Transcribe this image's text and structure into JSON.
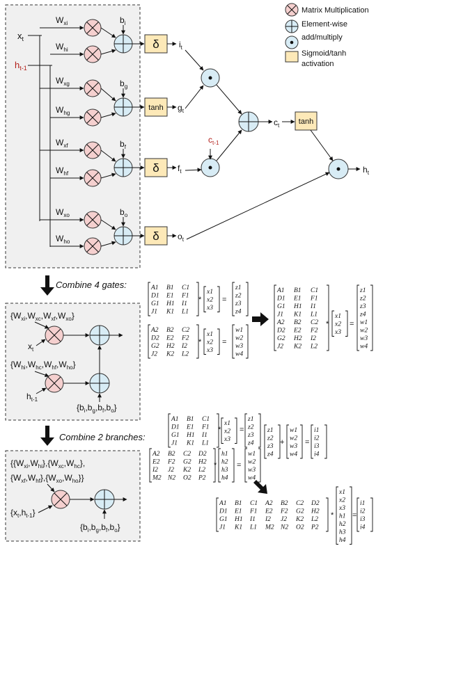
{
  "legend": {
    "matmul": "Matrix Multiplication",
    "elementwise_1": "Element-wise",
    "elementwise_2": "add/multiply",
    "activation_1": "Sigmoid/tanh",
    "activation_2": "activation"
  },
  "lstm": {
    "x_input": "x",
    "x_sub": "t",
    "h_input": "h",
    "h_sub": "t-1",
    "gates": [
      {
        "wx": "xi",
        "wh": "hi",
        "bias": "i",
        "act": "δ",
        "out": "i",
        "out_sub": "t"
      },
      {
        "wx": "xg",
        "wh": "hg",
        "bias": "g",
        "act": "tanh",
        "out": "g",
        "out_sub": "t"
      },
      {
        "wx": "xf",
        "wh": "hf",
        "bias": "f",
        "act": "δ",
        "out": "f",
        "out_sub": "t"
      },
      {
        "wx": "xo",
        "wh": "ho",
        "bias": "o",
        "act": "δ",
        "out": "o",
        "out_sub": "t"
      }
    ],
    "w_letter": "W",
    "b_letter": "b",
    "c_prev": "c",
    "c_prev_sub": "t-1",
    "c_out": "c",
    "c_sub": "t",
    "c_act": "tanh",
    "h_out": "h",
    "h_sub_out": "t"
  },
  "step1": {
    "title": "Combine 4 gates:",
    "w_x_set": "{Wₓᵢ,Wₓc,Wₓf,Wₓₒ}",
    "w_h_set": "{Whᵢ,Whc,Whf,Whₒ}",
    "x_label": "x",
    "h_label": "h",
    "b_set": "{bᵢ,bg,bf,bₒ}"
  },
  "step2": {
    "title": "Combine 2 branches:",
    "w_line1": "{{Wxi,Whi},{Wxc,Whc},",
    "w_line2": "{Wxf,Whf},{Wxo,Who}}",
    "xh_label": "{xt,ht-1}",
    "b_set": "{bi,bg,bf,bo}"
  },
  "matrices": {
    "A1": [
      [
        "A1",
        "B1",
        "C1"
      ],
      [
        "D1",
        "E1",
        "F1"
      ],
      [
        "G1",
        "H1",
        "I1"
      ],
      [
        "J1",
        "K1",
        "L1"
      ]
    ],
    "x": [
      [
        "x1"
      ],
      [
        "x2"
      ],
      [
        "x3"
      ]
    ],
    "z": [
      [
        "z1"
      ],
      [
        "z2"
      ],
      [
        "z3"
      ],
      [
        "z4"
      ]
    ],
    "A2": [
      [
        "A2",
        "B2",
        "C2"
      ],
      [
        "D2",
        "E2",
        "F2"
      ],
      [
        "G2",
        "H2",
        "I2"
      ],
      [
        "J2",
        "K2",
        "L2"
      ]
    ],
    "w": [
      [
        "w1"
      ],
      [
        "w2"
      ],
      [
        "w3"
      ],
      [
        "w4"
      ]
    ],
    "Acomb": [
      [
        "A1",
        "B1",
        "C1"
      ],
      [
        "D1",
        "E1",
        "F1"
      ],
      [
        "G1",
        "H1",
        "I1"
      ],
      [
        "J1",
        "K1",
        "L1"
      ],
      [
        "A2",
        "B2",
        "C2"
      ],
      [
        "D2",
        "E2",
        "F2"
      ],
      [
        "G2",
        "H2",
        "I2"
      ],
      [
        "J2",
        "K2",
        "L2"
      ]
    ],
    "zw": [
      [
        "z1"
      ],
      [
        "z2"
      ],
      [
        "z3"
      ],
      [
        "z4"
      ],
      [
        "w1"
      ],
      [
        "w2"
      ],
      [
        "w3"
      ],
      [
        "w4"
      ]
    ],
    "Hm": [
      [
        "A2",
        "B2",
        "C2",
        "D2"
      ],
      [
        "E2",
        "F2",
        "G2",
        "H2"
      ],
      [
        "I2",
        "J2",
        "K2",
        "L2"
      ],
      [
        "M2",
        "N2",
        "O2",
        "P2"
      ]
    ],
    "h": [
      [
        "h1"
      ],
      [
        "h2"
      ],
      [
        "h3"
      ],
      [
        "h4"
      ]
    ],
    "i": [
      [
        "i1"
      ],
      [
        "i2"
      ],
      [
        "i3"
      ],
      [
        "i4"
      ]
    ],
    "big": [
      [
        "A1",
        "B1",
        "C1",
        "A2",
        "B2",
        "C2",
        "D2"
      ],
      [
        "D1",
        "E1",
        "F1",
        "E2",
        "F2",
        "G2",
        "H2"
      ],
      [
        "G1",
        "H1",
        "I1",
        "I2",
        "J2",
        "K2",
        "L2"
      ],
      [
        "J1",
        "K1",
        "L1",
        "M2",
        "N2",
        "O2",
        "P2"
      ]
    ],
    "xh": [
      [
        "x1"
      ],
      [
        "x2"
      ],
      [
        "x3"
      ],
      [
        "h1"
      ],
      [
        "h2"
      ],
      [
        "h3"
      ],
      [
        "h4"
      ]
    ],
    "op_mul": "*",
    "op_eq": "=",
    "op_add": "+"
  }
}
